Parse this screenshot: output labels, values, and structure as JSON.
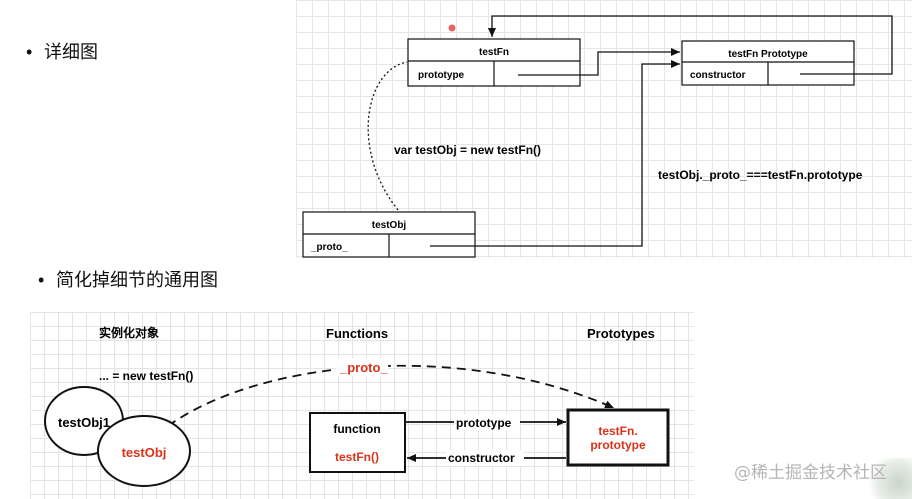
{
  "bullets": {
    "detail": "详细图",
    "simplified": "简化掉细节的通用图"
  },
  "detail_diagram": {
    "testfn_box": {
      "title": "testFn",
      "field": "prototype"
    },
    "prototype_box": {
      "title": "testFn Prototype",
      "field": "constructor"
    },
    "testobj_box": {
      "title": "testObj",
      "field": "_proto_"
    },
    "new_label": "var testObj = new testFn()",
    "equality_label": "testObj._proto_===testFn.prototype"
  },
  "simple_diagram": {
    "headers": {
      "instances": "实例化对象",
      "functions": "Functions",
      "prototypes": "Prototypes"
    },
    "new_label": "... = new testFn()",
    "proto_label": "_proto_",
    "instance1": "testObj1",
    "instance2": "testObj",
    "function_box": {
      "line1": "function",
      "line2": "testFn()"
    },
    "prototype_box": {
      "line1": "testFn.",
      "line2": "prototype"
    },
    "prototype_arrow_label": "prototype",
    "constructor_arrow_label": "constructor"
  },
  "watermark": "@稀土掘金技术社区",
  "colors": {
    "accent_red": "#d9331a",
    "line": "#111111"
  }
}
